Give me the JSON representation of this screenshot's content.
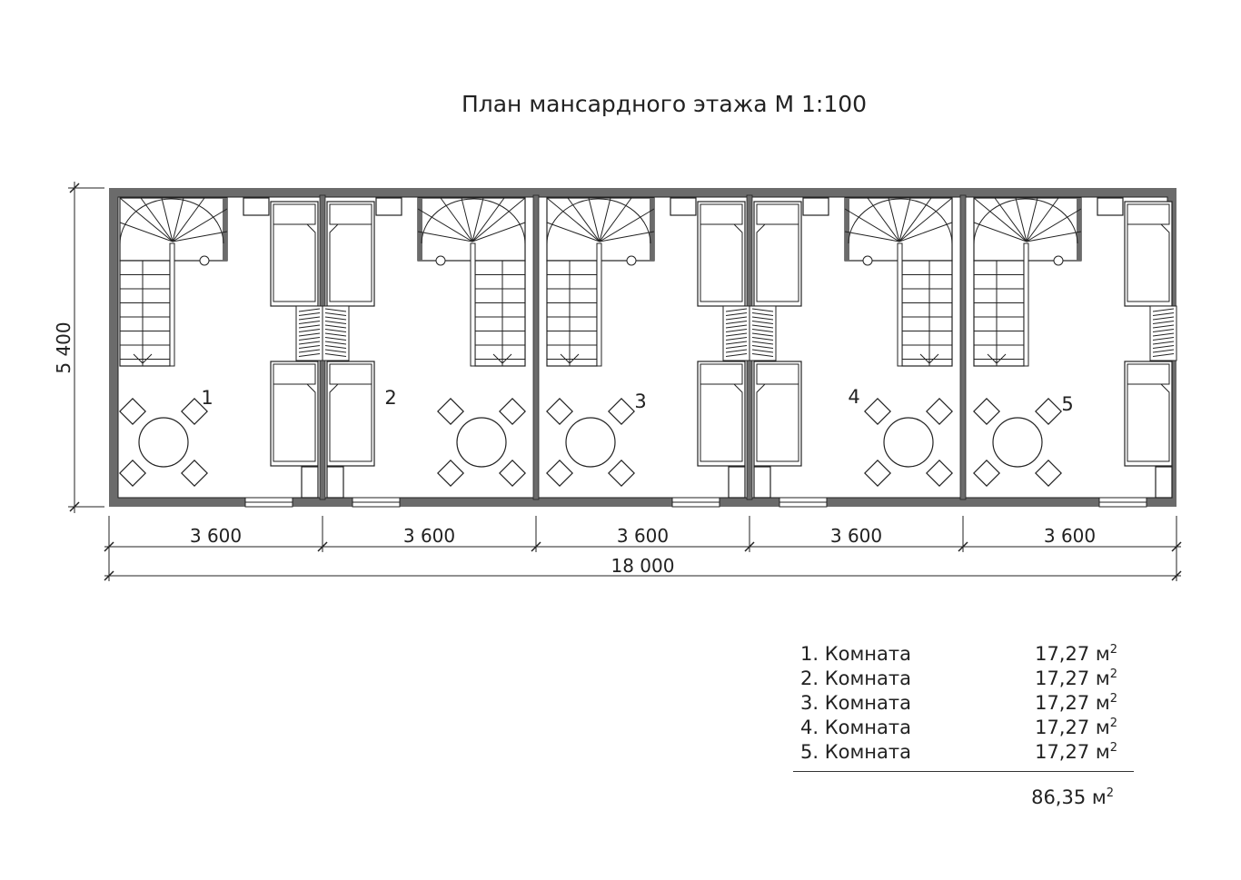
{
  "title": "План мансардного этажа М 1:100",
  "units": [
    {
      "label": "1"
    },
    {
      "label": "2"
    },
    {
      "label": "3"
    },
    {
      "label": "4"
    },
    {
      "label": "5"
    }
  ],
  "dimensions": {
    "height": "5 400",
    "unit_widths": [
      "3 600",
      "3 600",
      "3 600",
      "3 600",
      "3 600"
    ],
    "total_width": "18 000"
  },
  "legend": {
    "rows": [
      {
        "name": "1. Комната",
        "area": "17,27 м",
        "unit_sup": "2"
      },
      {
        "name": "2. Комната",
        "area": "17,27 м",
        "unit_sup": "2"
      },
      {
        "name": "3. Комната",
        "area": "17,27 м",
        "unit_sup": "2"
      },
      {
        "name": "4. Комната",
        "area": "17,27 м",
        "unit_sup": "2"
      },
      {
        "name": "5. Комната",
        "area": "17,27 м",
        "unit_sup": "2"
      }
    ],
    "total": "86,35 м",
    "total_sup": "2"
  },
  "colors": {
    "wall": "#6b6b6b",
    "line": "#222222"
  }
}
